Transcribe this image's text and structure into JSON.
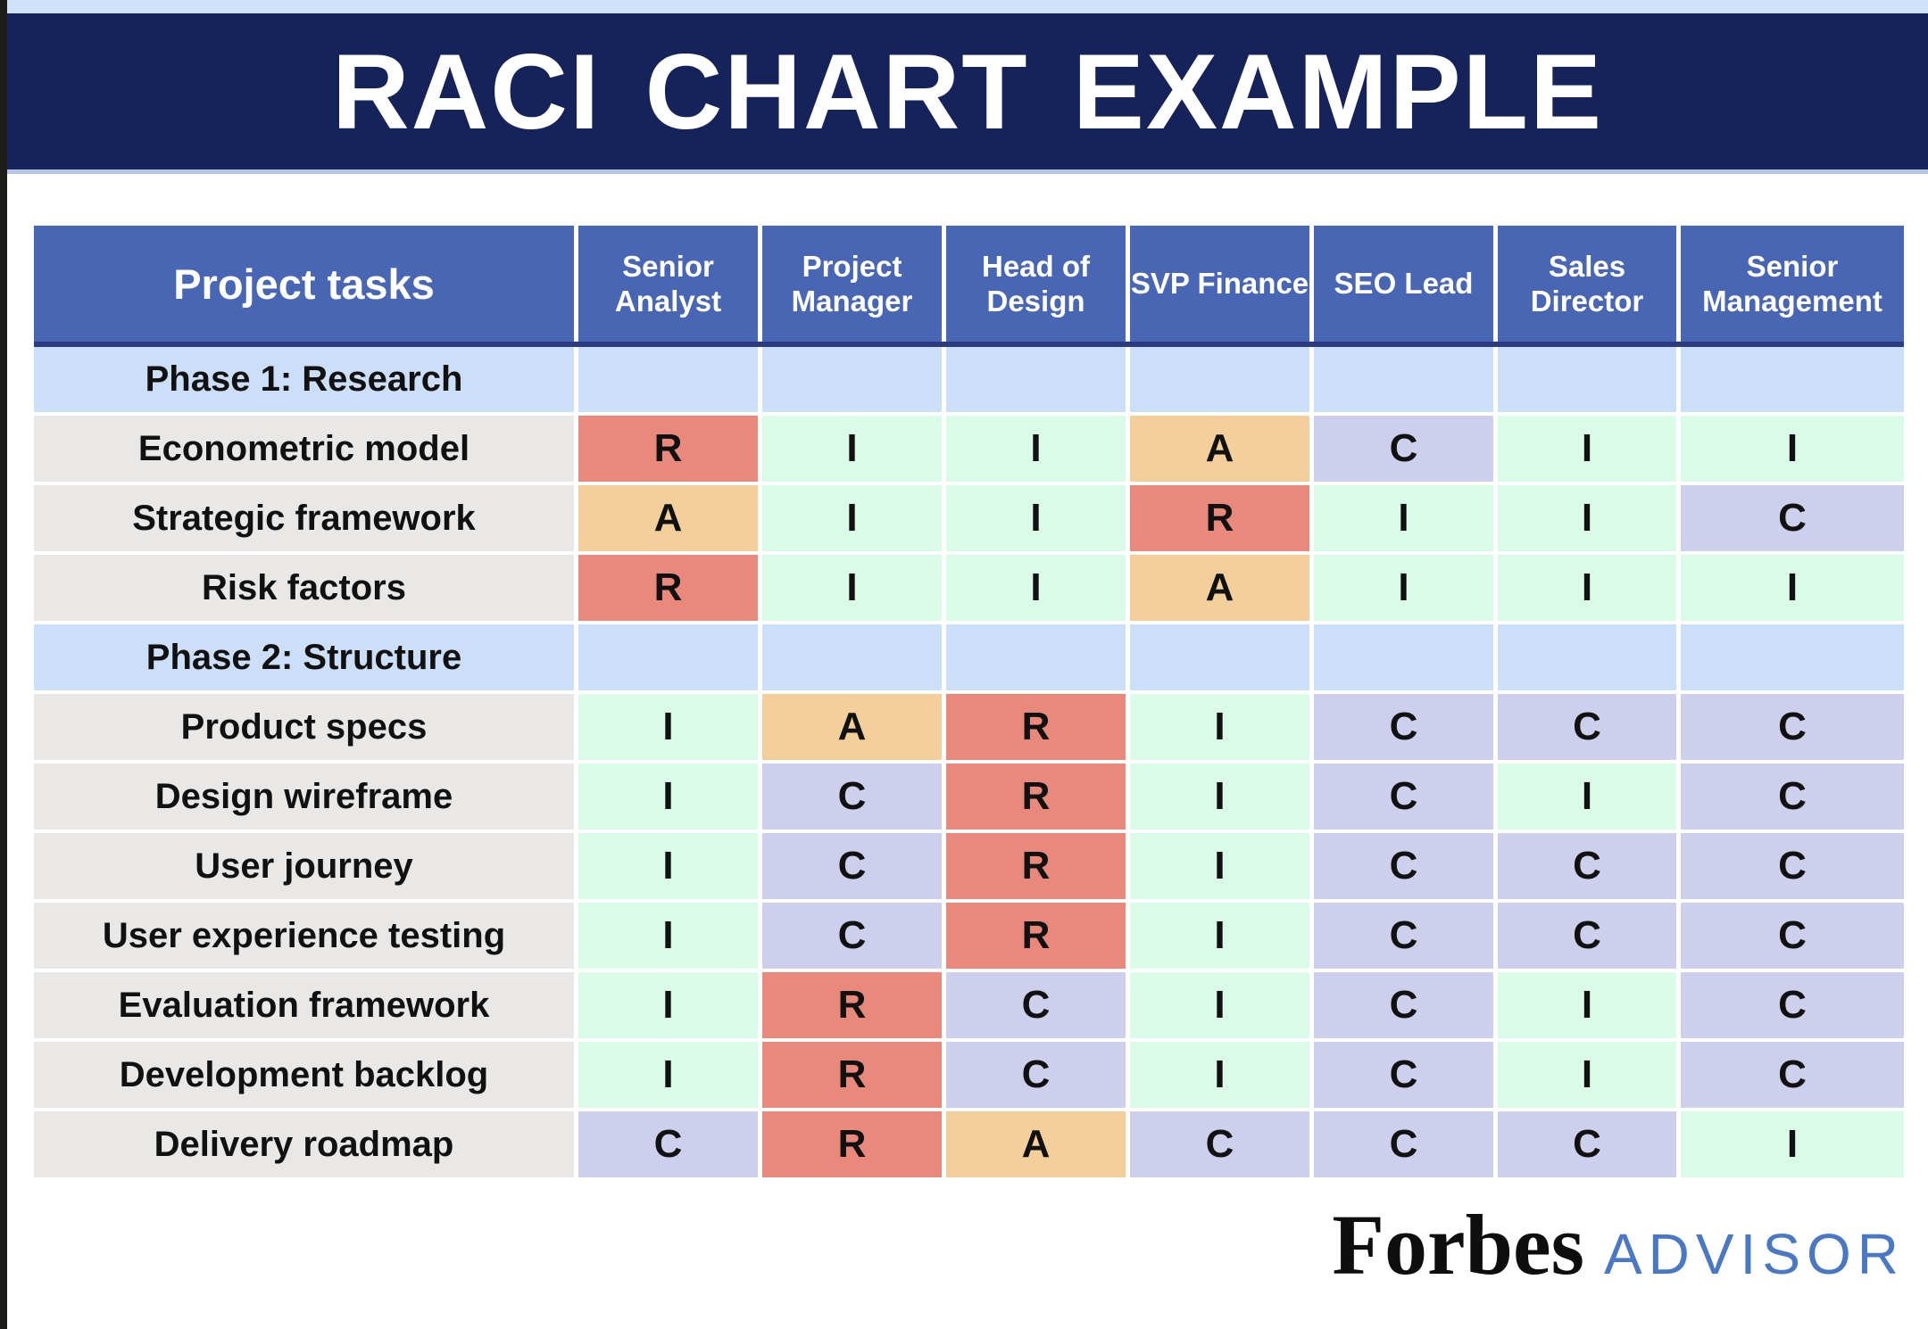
{
  "title": "RACI CHART EXAMPLE",
  "chart_data": {
    "type": "table",
    "title": "RACI CHART EXAMPLE",
    "task_column_header": "Project tasks",
    "role_columns": [
      "Senior Analyst",
      "Project Manager",
      "Head of Design",
      "SVP Finance",
      "SEO Lead",
      "Sales Director",
      "Senior Management"
    ],
    "rows": [
      {
        "type": "phase",
        "label": "Phase 1: Research",
        "cells": []
      },
      {
        "type": "task",
        "label": "Econometric model",
        "cells": [
          "R",
          "I",
          "I",
          "A",
          "C",
          "I",
          "I"
        ]
      },
      {
        "type": "task",
        "label": "Strategic framework",
        "cells": [
          "A",
          "I",
          "I",
          "R",
          "I",
          "I",
          "C"
        ]
      },
      {
        "type": "task",
        "label": "Risk factors",
        "cells": [
          "R",
          "I",
          "I",
          "A",
          "I",
          "I",
          "I"
        ]
      },
      {
        "type": "phase",
        "label": "Phase 2: Structure",
        "cells": []
      },
      {
        "type": "task",
        "label": "Product specs",
        "cells": [
          "I",
          "A",
          "R",
          "I",
          "C",
          "C",
          "C"
        ]
      },
      {
        "type": "task",
        "label": "Design wireframe",
        "cells": [
          "I",
          "C",
          "R",
          "I",
          "C",
          "I",
          "C"
        ]
      },
      {
        "type": "task",
        "label": "User journey",
        "cells": [
          "I",
          "C",
          "R",
          "I",
          "C",
          "C",
          "C"
        ]
      },
      {
        "type": "task",
        "label": "User experience testing",
        "cells": [
          "I",
          "C",
          "R",
          "I",
          "C",
          "C",
          "C"
        ]
      },
      {
        "type": "task",
        "label": "Evaluation framework",
        "cells": [
          "I",
          "R",
          "C",
          "I",
          "C",
          "I",
          "C"
        ]
      },
      {
        "type": "task",
        "label": "Development backlog",
        "cells": [
          "I",
          "R",
          "C",
          "I",
          "C",
          "I",
          "C"
        ]
      },
      {
        "type": "task",
        "label": "Delivery roadmap",
        "cells": [
          "C",
          "R",
          "A",
          "C",
          "C",
          "C",
          "I"
        ]
      }
    ],
    "cell_colors": {
      "R": "#e9897b",
      "A": "#f3cf9c",
      "C": "#cdcfec",
      "I": "#d9fbe8"
    }
  },
  "footer": {
    "brand": "Forbes",
    "brand_suffix": "ADVISOR"
  },
  "colors": {
    "left_bar": "#1d1d1b",
    "top_strip": "#cfe1f9",
    "banner": "#15235a",
    "banner_underline": "#b7c4e3",
    "header_cell": "#4966b5",
    "header_underline": "#2c3b80",
    "phase_row": "#cbdff8",
    "task_label_cell": "#e9e8e7",
    "advisor_blue": "#4a78c5"
  }
}
